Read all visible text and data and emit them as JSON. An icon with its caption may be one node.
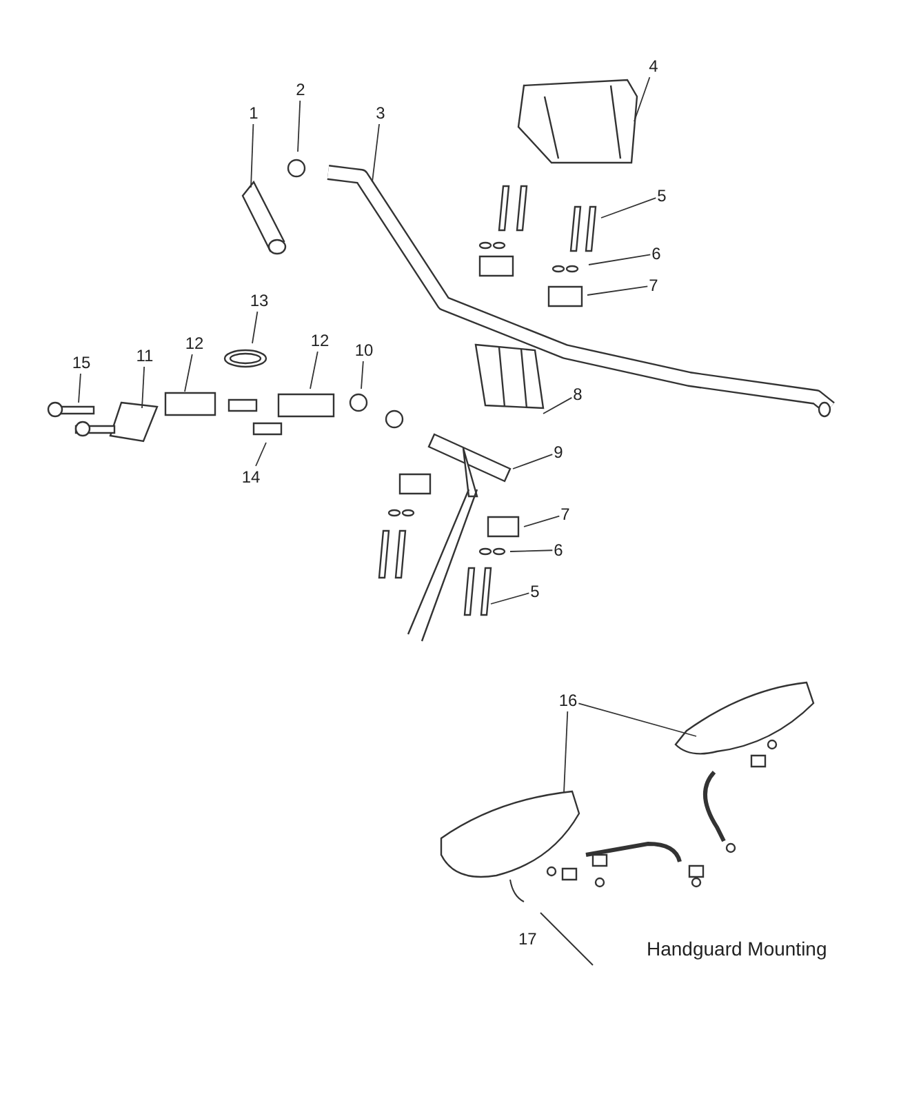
{
  "diagram": {
    "nodes": [
      {
        "text": [
          "4"
        ]
      },
      {
        "text": [
          "2"
        ]
      },
      {
        "text": [
          "1"
        ]
      },
      {
        "text": [
          "3"
        ]
      },
      {
        "text": [
          "5"
        ]
      },
      {
        "text": [
          "6"
        ]
      },
      {
        "text": [
          "7"
        ]
      },
      {
        "text": [
          "13"
        ]
      },
      {
        "text": [
          "12"
        ]
      },
      {
        "text": [
          "12"
        ]
      },
      {
        "text": [
          "10"
        ]
      },
      {
        "text": [
          "15"
        ]
      },
      {
        "text": [
          "11"
        ]
      },
      {
        "text": [
          "8"
        ]
      },
      {
        "text": [
          "14"
        ]
      },
      {
        "text": [
          "9"
        ]
      },
      {
        "text": [
          "7"
        ]
      },
      {
        "text": [
          "6"
        ]
      },
      {
        "text": [
          "5"
        ]
      },
      {
        "text": [
          "16"
        ]
      }
    ],
    "edges": [
      {
        "from": 0,
        "to": null,
        "arrow": "none"
      },
      {
        "from": 1,
        "to": null,
        "arrow": "none"
      },
      {
        "from": 2,
        "to": null,
        "arrow": "none"
      },
      {
        "from": 3,
        "to": null,
        "arrow": "none"
      },
      {
        "from": 4,
        "to": null,
        "arrow": "none"
      },
      {
        "from": 5,
        "to": null,
        "arrow": "none"
      },
      {
        "from": 6,
        "to": null,
        "arrow": "none"
      },
      {
        "from": 7,
        "to": null,
        "arrow": "none"
      },
      {
        "from": 8,
        "to": null,
        "arrow": "none"
      },
      {
        "from": 9,
        "to": null,
        "arrow": "none"
      },
      {
        "from": 10,
        "to": null,
        "arrow": "none"
      },
      {
        "from": 11,
        "to": null,
        "arrow": "none"
      },
      {
        "from": 12,
        "to": null,
        "arrow": "none"
      },
      {
        "from": 13,
        "to": null,
        "arrow": "none"
      },
      {
        "from": 14,
        "to": null,
        "arrow": "none"
      },
      {
        "from": 15,
        "to": null,
        "arrow": "none"
      },
      {
        "from": 16,
        "to": null,
        "arrow": "none"
      },
      {
        "from": 17,
        "to": null,
        "arrow": "none"
      },
      {
        "from": 18,
        "to": null,
        "arrow": "none"
      },
      {
        "from": 19,
        "to": null,
        "arrow": "none"
      },
      {
        "from": 19,
        "to": null,
        "arrow": "none"
      }
    ],
    "labels": [
      "17",
      "Handguard Mounting"
    ]
  }
}
